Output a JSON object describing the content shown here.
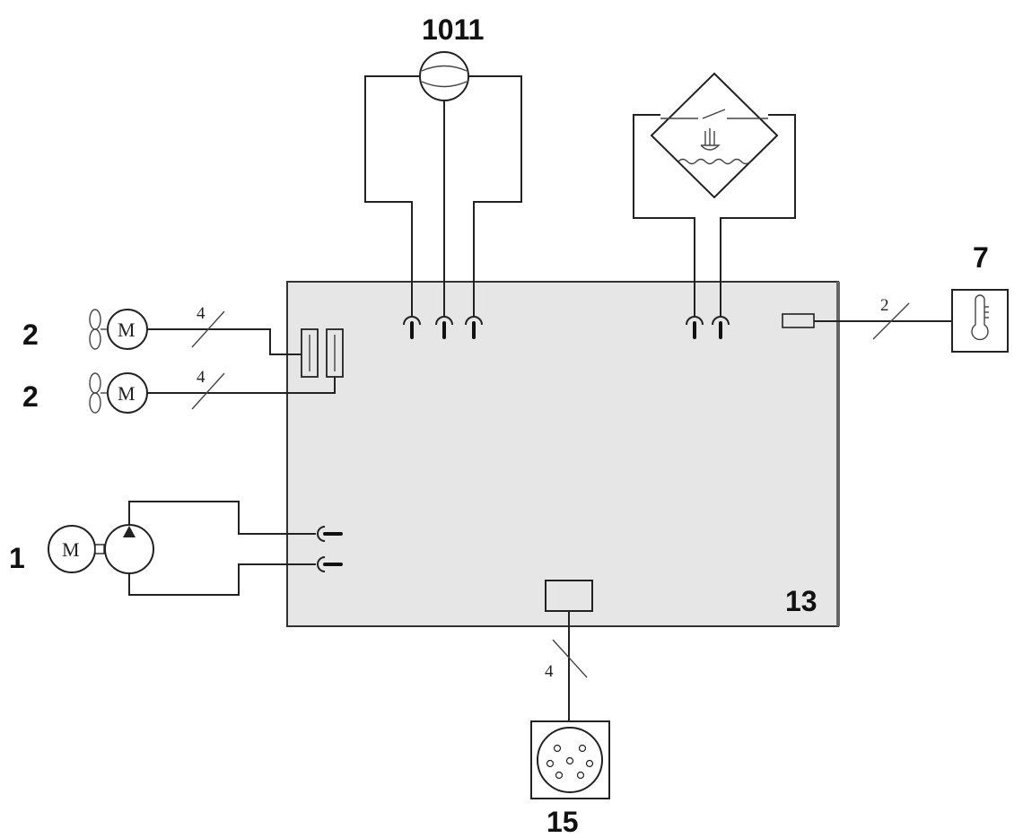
{
  "labels": {
    "flow_meter_ref": "1011",
    "thermo_ref": "7",
    "fan1_ref": "2",
    "fan2_ref": "2",
    "pump_ref": "1",
    "controller_ref": "13",
    "connector_ref": "15"
  },
  "wire_counts": {
    "fan1": "4",
    "fan2": "4",
    "thermo": "2",
    "connector": "4"
  },
  "motor_symbol": "M",
  "colors": {
    "board_fill": "#e6e6e6",
    "line": "#222222"
  }
}
